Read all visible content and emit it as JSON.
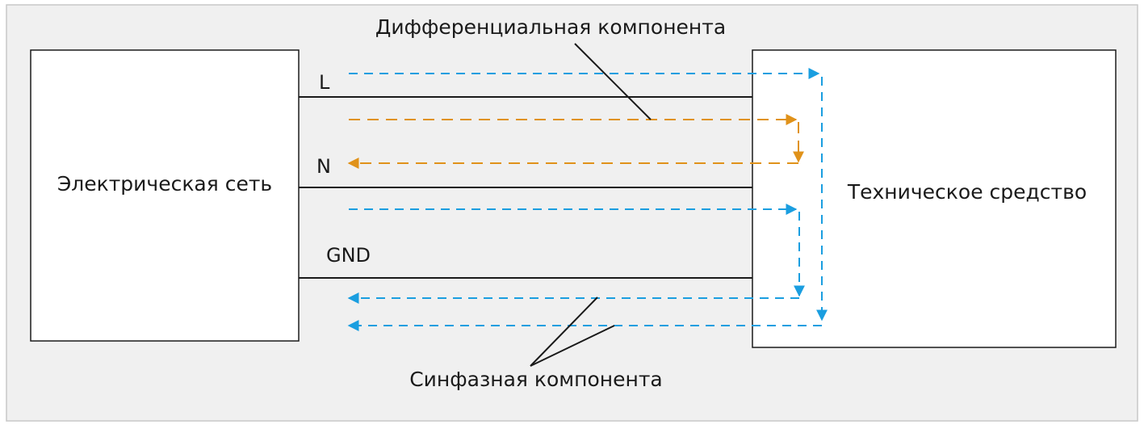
{
  "diagram": {
    "colors": {
      "panel_bg": "#f0f0f0",
      "panel_border": "#c8c8c8",
      "box_fill": "#ffffff",
      "line": "#1a1a1a",
      "common_mode": "#1a9ee0",
      "differential": "#e0921a"
    },
    "blocks": {
      "source": "Электрическая сеть",
      "device": "Техническое средство"
    },
    "conductors": {
      "line": "L",
      "neutral": "N",
      "ground": "GND"
    },
    "components": {
      "differential": "Дифференциальная компонента",
      "common_mode": "Синфазная компонента"
    }
  }
}
